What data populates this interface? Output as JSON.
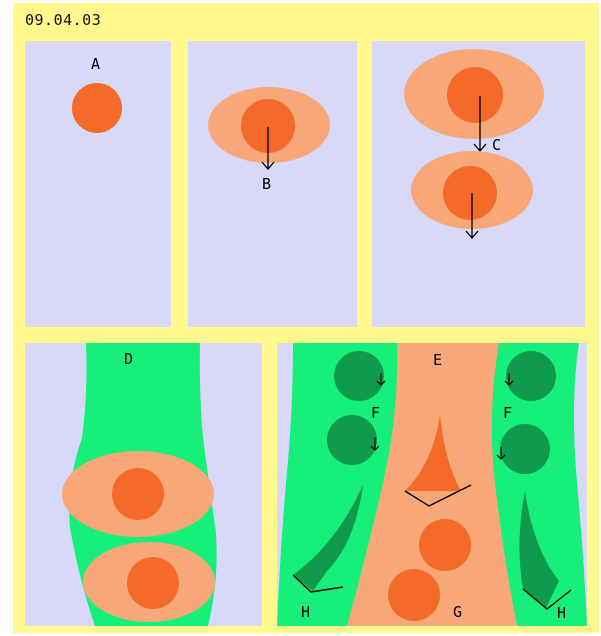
{
  "date": "09.04.03",
  "labels": {
    "a": "A",
    "b": "B",
    "c": "C",
    "d": "D",
    "e": "E",
    "f_left": "F",
    "f_right": "F",
    "g": "G",
    "h_left": "H",
    "h_right": "H"
  },
  "colors": {
    "frame": "#fff88c",
    "background": "#d8d8f8",
    "nucleus": "#f46a28",
    "cytoplasm": "#f8a878",
    "tissue_light_green": "#16f07a",
    "tissue_dark_green": "#0f9a4e"
  }
}
